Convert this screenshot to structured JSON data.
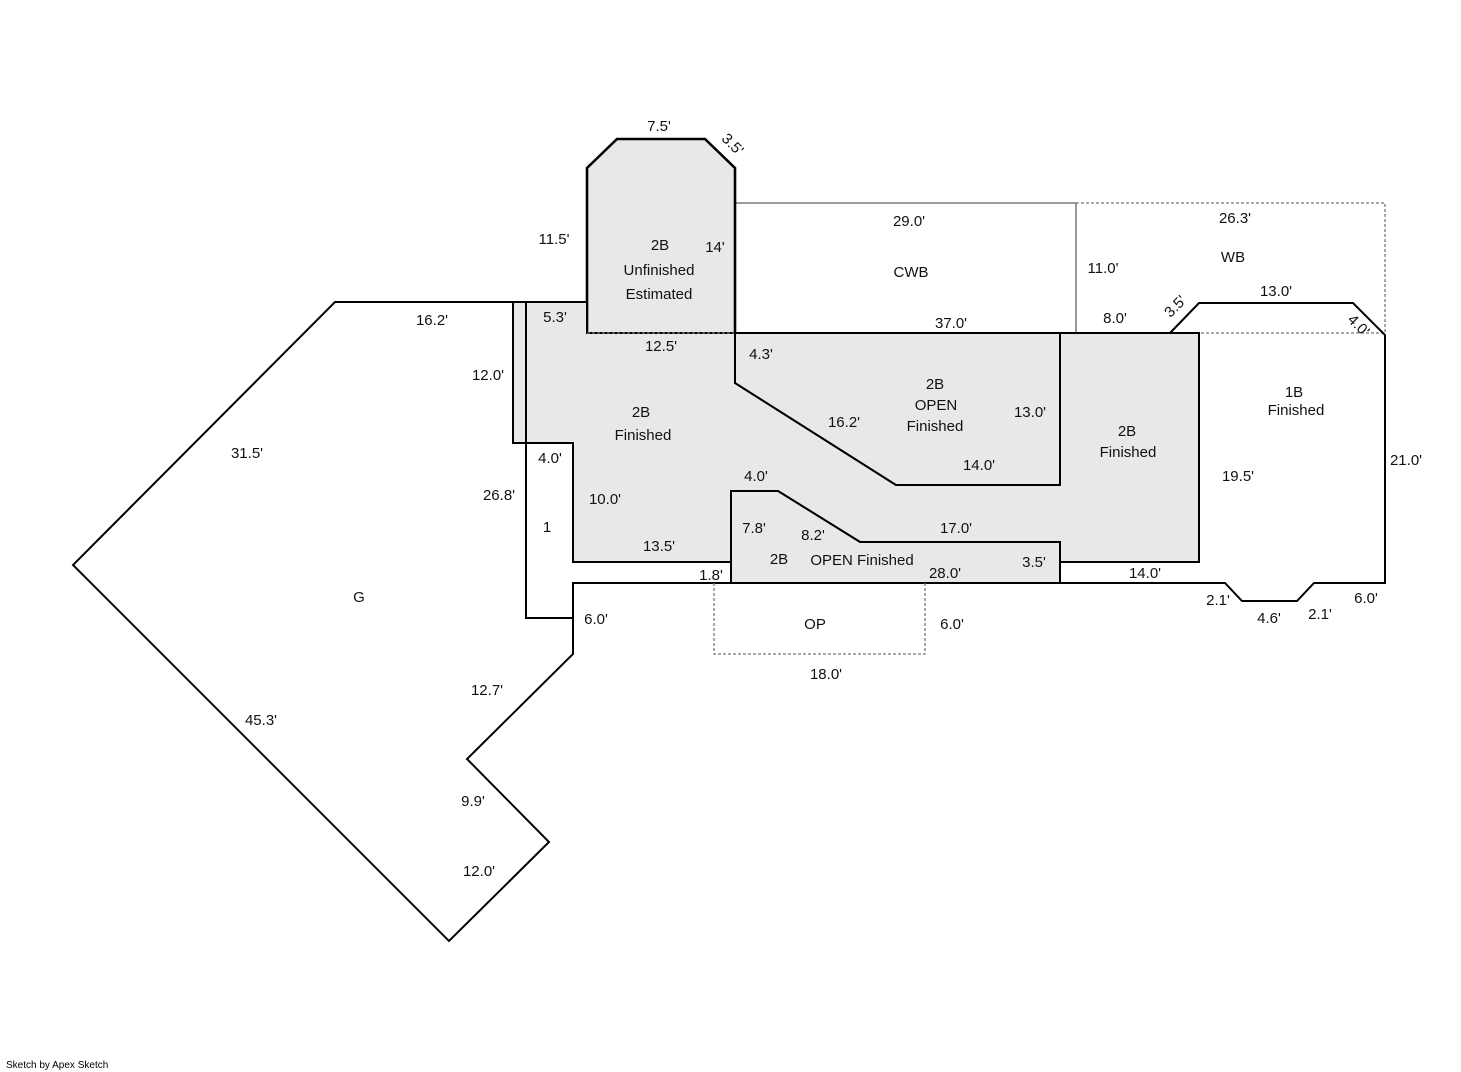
{
  "areas": {
    "garage": "G",
    "area_1": "1",
    "unfinished": [
      "2B",
      "Unfinished",
      "Estimated"
    ],
    "main_finished": [
      "2B",
      "Finished"
    ],
    "open_upper": [
      "2B",
      "OPEN",
      "Finished"
    ],
    "open_lower_code": "2B",
    "open_lower": "OPEN Finished",
    "east_finished": [
      "2B",
      "Finished"
    ],
    "first_floor": [
      "1B",
      "Finished"
    ],
    "cwb": "CWB",
    "wb": "WB",
    "op": "OP"
  },
  "dimensions": {
    "d7_5": "7.5'",
    "d3_5a": "3.5'",
    "d11_5": "11.5'",
    "d14": "14'",
    "d29": "29.0'",
    "d26_3": "26.3'",
    "d11_0": "11.0'",
    "d3_5b": "3.5'",
    "d13_0a": "13.0'",
    "d4_0a": "4.0'",
    "d16_2a": "16.2'",
    "d5_3": "5.3'",
    "d37": "37.0'",
    "d8_0": "8.0'",
    "d12_0a": "12.0'",
    "d12_5": "12.5'",
    "d4_3": "4.3'",
    "d1b": "13.0'",
    "d31_5": "31.5'",
    "d16_2b": "16.2'",
    "d4_0b": "4.0'",
    "d14_0a": "14.0'",
    "d26_8": "26.8'",
    "d10_0": "10.0'",
    "d4_0c": "4.0'",
    "d19_5": "19.5'",
    "d21": "21.0'",
    "d7_8": "7.8'",
    "d8_2": "8.2'",
    "d17": "17.0'",
    "d13_5": "13.5'",
    "d1_8": "1.8'",
    "d28": "28.0'",
    "d3_5c": "3.5'",
    "d14_0b": "14.0'",
    "d2_1a": "2.1'",
    "d4_6": "4.6'",
    "d2_1b": "2.1'",
    "d6_0a": "6.0'",
    "d6_0b": "6.0'",
    "d6_0c": "6.0'",
    "d18": "18.0'",
    "d12_7": "12.7'",
    "d45_3": "45.3'",
    "d9_9": "9.9'",
    "d12_0b": "12.0'"
  },
  "credit": "Sketch by Apex Sketch"
}
